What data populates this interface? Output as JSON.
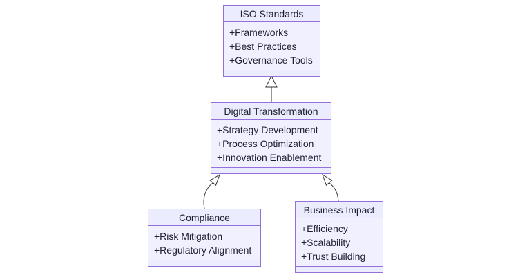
{
  "diagram": {
    "type": "uml-class-diagram",
    "classes": {
      "iso": {
        "title": "ISO Standards",
        "attrs": [
          "+Frameworks",
          "+Best Practices",
          "+Governance Tools"
        ],
        "methods": []
      },
      "dt": {
        "title": "Digital Transformation",
        "attrs": [
          "+Strategy Development",
          "+Process Optimization",
          "+Innovation Enablement"
        ],
        "methods": []
      },
      "compliance": {
        "title": "Compliance",
        "attrs": [
          "+Risk Mitigation",
          "+Regulatory Alignment"
        ],
        "methods": []
      },
      "impact": {
        "title": "Business Impact",
        "attrs": [
          "+Efficiency",
          "+Scalability",
          "+Trust Building"
        ],
        "methods": []
      }
    },
    "relations": [
      {
        "from": "Digital Transformation",
        "to": "ISO Standards",
        "type": "inheritance"
      },
      {
        "from": "Compliance",
        "to": "Digital Transformation",
        "type": "inheritance"
      },
      {
        "from": "Business Impact",
        "to": "Digital Transformation",
        "type": "inheritance"
      }
    ],
    "colors": {
      "box_fill": "#ECECFF",
      "box_body_fill": "#F0F0FF",
      "border": "#9370DB",
      "line": "#333333",
      "text": "#1F1F33"
    }
  }
}
